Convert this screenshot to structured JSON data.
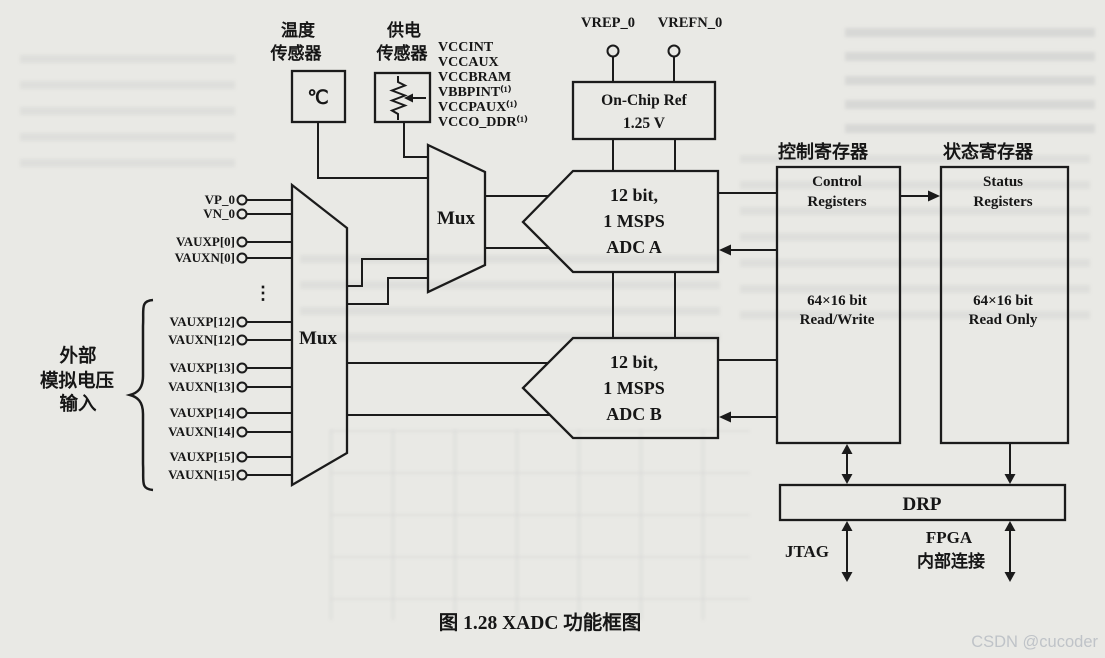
{
  "figure": {
    "caption": "图 1.28   XADC 功能框图",
    "watermark": "CSDN @cucoder"
  },
  "sensors": {
    "temp_line1": "温度",
    "temp_line2": "传感器",
    "temp_symbol": "℃",
    "supply_line1": "供电",
    "supply_line2": "传感器",
    "vcc_labels": [
      "VCCINT",
      "VCCAUX",
      "VCCBRAM",
      "VBBPINT⁽¹⁾",
      "VCCPAUX⁽¹⁾",
      "VCCO_DDR⁽¹⁾"
    ]
  },
  "reference": {
    "vrefp_label": "VREP_0",
    "vrefn_label": "VREFN_0",
    "onchip_line1": "On-Chip Ref",
    "onchip_line2": "1.25 V"
  },
  "inputs": {
    "dedicated": [
      "VP_0",
      "VN_0",
      "VAUXP[0]",
      "VAUXN[0]"
    ],
    "ellipsis": "⋮",
    "external": [
      "VAUXP[12]",
      "VAUXN[12]",
      "VAUXP[13]",
      "VAUXN[13]",
      "VAUXP[14]",
      "VAUXN[14]",
      "VAUXP[15]",
      "VAUXN[15]"
    ],
    "brace_label": [
      "外部",
      "模拟电压",
      "输入"
    ]
  },
  "mux": {
    "mux1_label": "Mux",
    "mux2_label": "Mux"
  },
  "adc_a": [
    "12 bit,",
    "1 MSPS",
    "ADC A"
  ],
  "adc_b": [
    "12 bit,",
    "1 MSPS",
    "ADC B"
  ],
  "registers": {
    "control_header": "控制寄存器",
    "control_lines": [
      "Control",
      "Registers",
      "64×16 bit",
      "Read/Write"
    ],
    "status_header": "状态寄存器",
    "status_lines": [
      "Status",
      "Registers",
      "64×16 bit",
      "Read Only"
    ]
  },
  "bottom": {
    "drp_label": "DRP",
    "jtag_label": "JTAG",
    "fpga_line1": "FPGA",
    "fpga_line2": "内部连接"
  },
  "colors": {
    "ink": "#1b1b1b",
    "paper": "#e9e9e5",
    "watermark": "#bfc3c8"
  }
}
